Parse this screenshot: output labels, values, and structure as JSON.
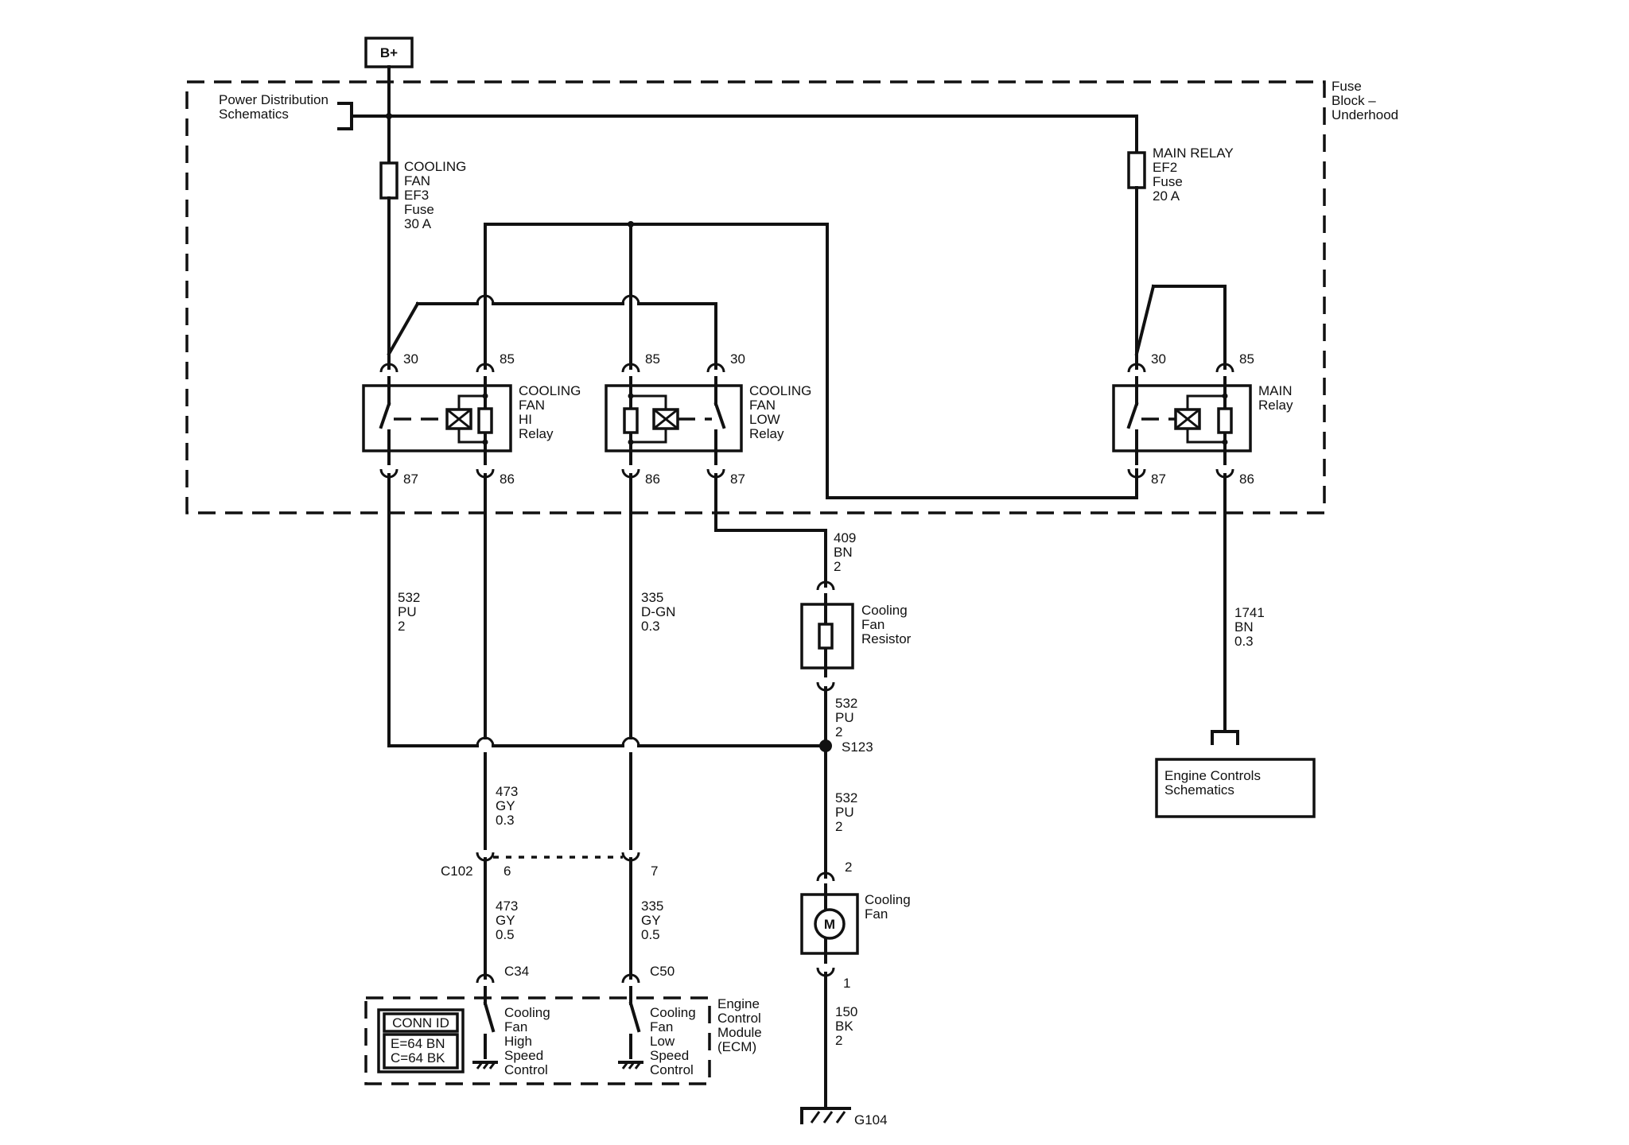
{
  "diagram": {
    "bplus": "B+",
    "power_dist": [
      "Power Distribution",
      "Schematics"
    ],
    "fuse_block": [
      "Fuse",
      "Block –",
      "Underhood"
    ],
    "fuse_ef3": [
      "COOLING",
      "FAN",
      "EF3",
      "Fuse",
      "30 A"
    ],
    "fuse_ef2": [
      "MAIN RELAY",
      "EF2",
      "Fuse",
      "20 A"
    ],
    "relay_hi": {
      "label": [
        "COOLING",
        "FAN",
        "HI",
        "Relay"
      ],
      "pin30": "30",
      "pin85": "85",
      "pin87": "87",
      "pin86": "86"
    },
    "relay_low": {
      "label": [
        "COOLING",
        "FAN",
        "LOW",
        "Relay"
      ],
      "pin85": "85",
      "pin30": "30",
      "pin86": "86",
      "pin87": "87"
    },
    "relay_main": {
      "label": [
        "MAIN",
        "Relay"
      ],
      "pin30": "30",
      "pin85": "85",
      "pin87": "87",
      "pin86": "86"
    },
    "wire_532a": [
      "532",
      "PU",
      "2"
    ],
    "wire_335a": [
      "335",
      "D-GN",
      "0.3"
    ],
    "wire_409": [
      "409",
      "BN",
      "2"
    ],
    "wire_1741": [
      "1741",
      "BN",
      "0.3"
    ],
    "resistor": [
      "Cooling",
      "Fan",
      "Resistor"
    ],
    "wire_532b": [
      "532",
      "PU",
      "2"
    ],
    "splice": "S123",
    "wire_473a": [
      "473",
      "GY",
      "0.3"
    ],
    "wire_532c": [
      "532",
      "PU",
      "2"
    ],
    "engine_controls": [
      "Engine Controls",
      "Schematics"
    ],
    "connector": "C102",
    "pin6": "6",
    "pin7": "7",
    "pin2": "2",
    "cooling_fan": [
      "Cooling",
      "Fan"
    ],
    "motor": "M",
    "wire_473b": [
      "473",
      "GY",
      "0.5"
    ],
    "wire_335b": [
      "335",
      "GY",
      "0.5"
    ],
    "pin1": "1",
    "c34": "C34",
    "c50": "C50",
    "conn_id": [
      "CONN ID",
      "E=64 BN",
      "C=64 BK"
    ],
    "high_ctrl": [
      "Cooling",
      "Fan",
      "High",
      "Speed",
      "Control"
    ],
    "low_ctrl": [
      "Cooling",
      "Fan",
      "Low",
      "Speed",
      "Control"
    ],
    "ecm": [
      "Engine",
      "Control",
      "Module",
      "(ECM)"
    ],
    "wire_150": [
      "150",
      "BK",
      "2"
    ],
    "ground": "G104"
  }
}
